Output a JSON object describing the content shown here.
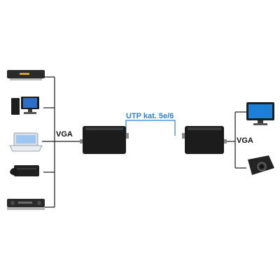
{
  "labels": {
    "vga_left": "VGA",
    "vga_right": "VGA",
    "cable": "UTP kat. 5e/6"
  },
  "sources": [
    {
      "icon": "dvd-player-icon"
    },
    {
      "icon": "desktop-computer-icon"
    },
    {
      "icon": "laptop-icon"
    },
    {
      "icon": "game-console-icon"
    },
    {
      "icon": "av-receiver-icon"
    }
  ],
  "outputs": [
    {
      "icon": "monitor-icon"
    },
    {
      "icon": "projector-icon"
    }
  ],
  "colors": {
    "line": "#1a1a1a",
    "cable": "#2f7fd0",
    "box": "#1c1c1c",
    "cable_text": "#2f7fd0"
  }
}
